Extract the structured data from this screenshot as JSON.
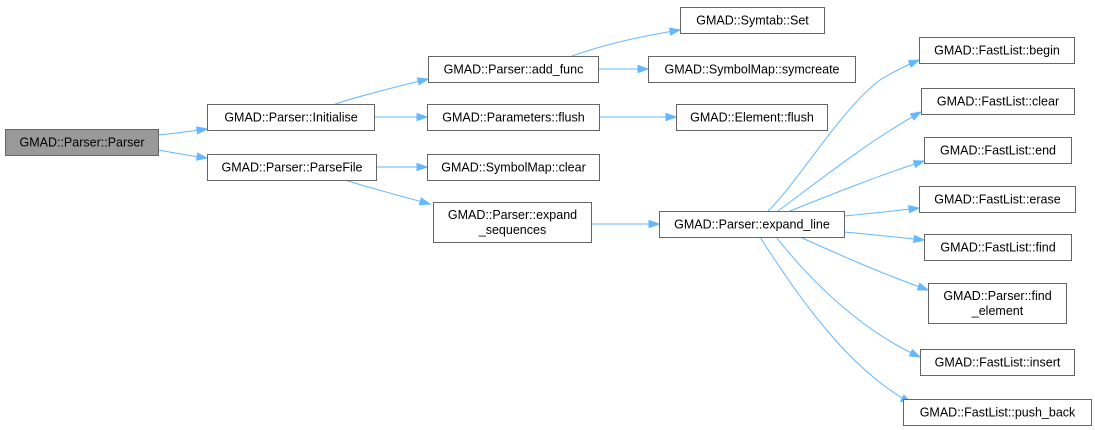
{
  "diagram": {
    "type": "call-graph",
    "colors": {
      "edge": "#63b8ff",
      "node_border": "#666666",
      "node_fill": "#ffffff",
      "root_fill": "#999999",
      "text": "#000000"
    },
    "nodes": [
      {
        "id": "parser_ctor",
        "lines": [
          "GMAD::Parser::Parser"
        ],
        "root": true
      },
      {
        "id": "initialise",
        "lines": [
          "GMAD::Parser::Initialise"
        ]
      },
      {
        "id": "parsefile",
        "lines": [
          "GMAD::Parser::ParseFile"
        ]
      },
      {
        "id": "add_func",
        "lines": [
          "GMAD::Parser::add_func"
        ]
      },
      {
        "id": "params_flush",
        "lines": [
          "GMAD::Parameters::flush"
        ]
      },
      {
        "id": "symbolmap_clear",
        "lines": [
          "GMAD::SymbolMap::clear"
        ]
      },
      {
        "id": "expand_sequences",
        "lines": [
          "GMAD::Parser::expand",
          "_sequences"
        ]
      },
      {
        "id": "symtab_set",
        "lines": [
          "GMAD::Symtab::Set"
        ]
      },
      {
        "id": "symcreate",
        "lines": [
          "GMAD::SymbolMap::symcreate"
        ]
      },
      {
        "id": "element_flush",
        "lines": [
          "GMAD::Element::flush"
        ]
      },
      {
        "id": "expand_line",
        "lines": [
          "GMAD::Parser::expand_line"
        ]
      },
      {
        "id": "fl_begin",
        "lines": [
          "GMAD::FastList::begin"
        ]
      },
      {
        "id": "fl_clear",
        "lines": [
          "GMAD::FastList::clear"
        ]
      },
      {
        "id": "fl_end",
        "lines": [
          "GMAD::FastList::end"
        ]
      },
      {
        "id": "fl_erase",
        "lines": [
          "GMAD::FastList::erase"
        ]
      },
      {
        "id": "fl_find",
        "lines": [
          "GMAD::FastList::find"
        ]
      },
      {
        "id": "find_element",
        "lines": [
          "GMAD::Parser::find",
          "_element"
        ]
      },
      {
        "id": "fl_insert",
        "lines": [
          "GMAD::FastList::insert"
        ]
      },
      {
        "id": "fl_push_back",
        "lines": [
          "GMAD::FastList::push_back"
        ]
      }
    ],
    "edges": [
      {
        "from": "parser_ctor",
        "to": "initialise"
      },
      {
        "from": "parser_ctor",
        "to": "parsefile"
      },
      {
        "from": "initialise",
        "to": "add_func"
      },
      {
        "from": "initialise",
        "to": "params_flush"
      },
      {
        "from": "parsefile",
        "to": "symbolmap_clear"
      },
      {
        "from": "parsefile",
        "to": "expand_sequences"
      },
      {
        "from": "add_func",
        "to": "symtab_set"
      },
      {
        "from": "add_func",
        "to": "symcreate"
      },
      {
        "from": "params_flush",
        "to": "element_flush"
      },
      {
        "from": "expand_sequences",
        "to": "expand_line"
      },
      {
        "from": "expand_line",
        "to": "fl_begin"
      },
      {
        "from": "expand_line",
        "to": "fl_clear"
      },
      {
        "from": "expand_line",
        "to": "fl_end"
      },
      {
        "from": "expand_line",
        "to": "fl_erase"
      },
      {
        "from": "expand_line",
        "to": "fl_find"
      },
      {
        "from": "expand_line",
        "to": "find_element"
      },
      {
        "from": "expand_line",
        "to": "fl_insert"
      },
      {
        "from": "expand_line",
        "to": "fl_push_back"
      }
    ]
  }
}
